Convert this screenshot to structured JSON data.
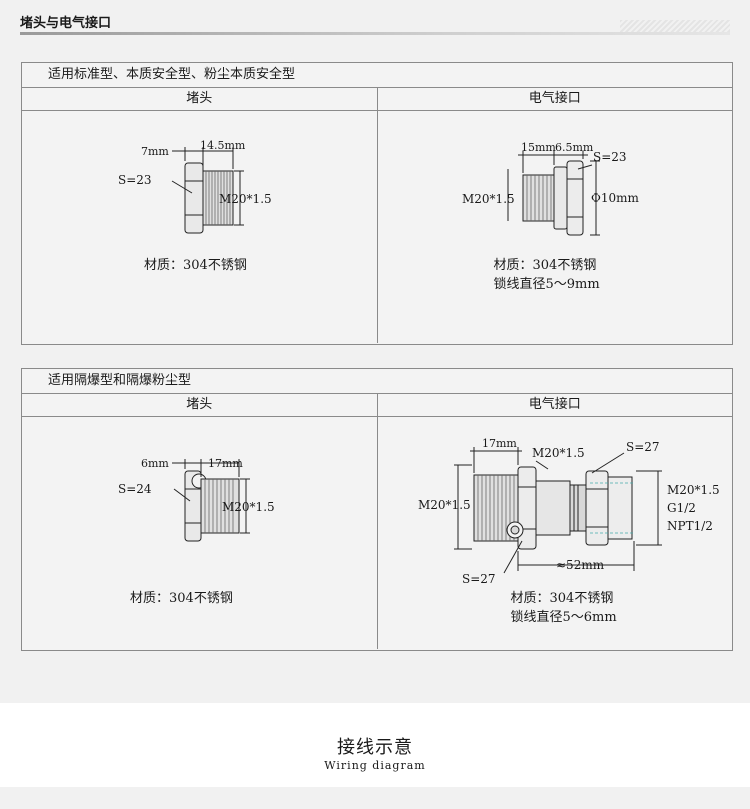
{
  "header": {
    "title": "堵头与电气接口"
  },
  "tables": [
    {
      "section_title": "适用标准型、本质安全型、粉尘本质安全型",
      "col_plug": "堵头",
      "col_interface": "电气接口",
      "plug": {
        "dim_a": "7mm",
        "dim_b": "14.5mm",
        "hex": "S=23",
        "thread": "M20*1.5",
        "caption": [
          "材质：304不锈钢"
        ]
      },
      "interface": {
        "dim_a": "15mm",
        "dim_b": "6.5mm",
        "hex": "S=23",
        "thread": "M20*1.5",
        "bore": "Φ10mm",
        "caption": [
          "材质：304不锈钢",
          "锁线直径5～9mm"
        ]
      }
    },
    {
      "section_title": "适用隔爆型和隔爆粉尘型",
      "col_plug": "堵头",
      "col_interface": "电气接口",
      "plug": {
        "dim_a": "6mm",
        "dim_b": "17mm",
        "hex": "S=24",
        "thread": "M20*1.5",
        "caption": [
          "材质：304不锈钢"
        ]
      },
      "interface": {
        "dim_a": "17mm",
        "thread_top": "M20*1.5",
        "hex_top": "S=27",
        "thread_left": "M20*1.5",
        "hex_bottom": "S=27",
        "length": "≈52mm",
        "right_labels": [
          "M20*1.5",
          "G1/2",
          "NPT1/2"
        ],
        "caption": [
          "材质：304不锈钢",
          "锁线直径5～6mm"
        ]
      }
    }
  ],
  "footer": {
    "title_zh": "接线示意",
    "title_en": "Wiring diagram"
  }
}
